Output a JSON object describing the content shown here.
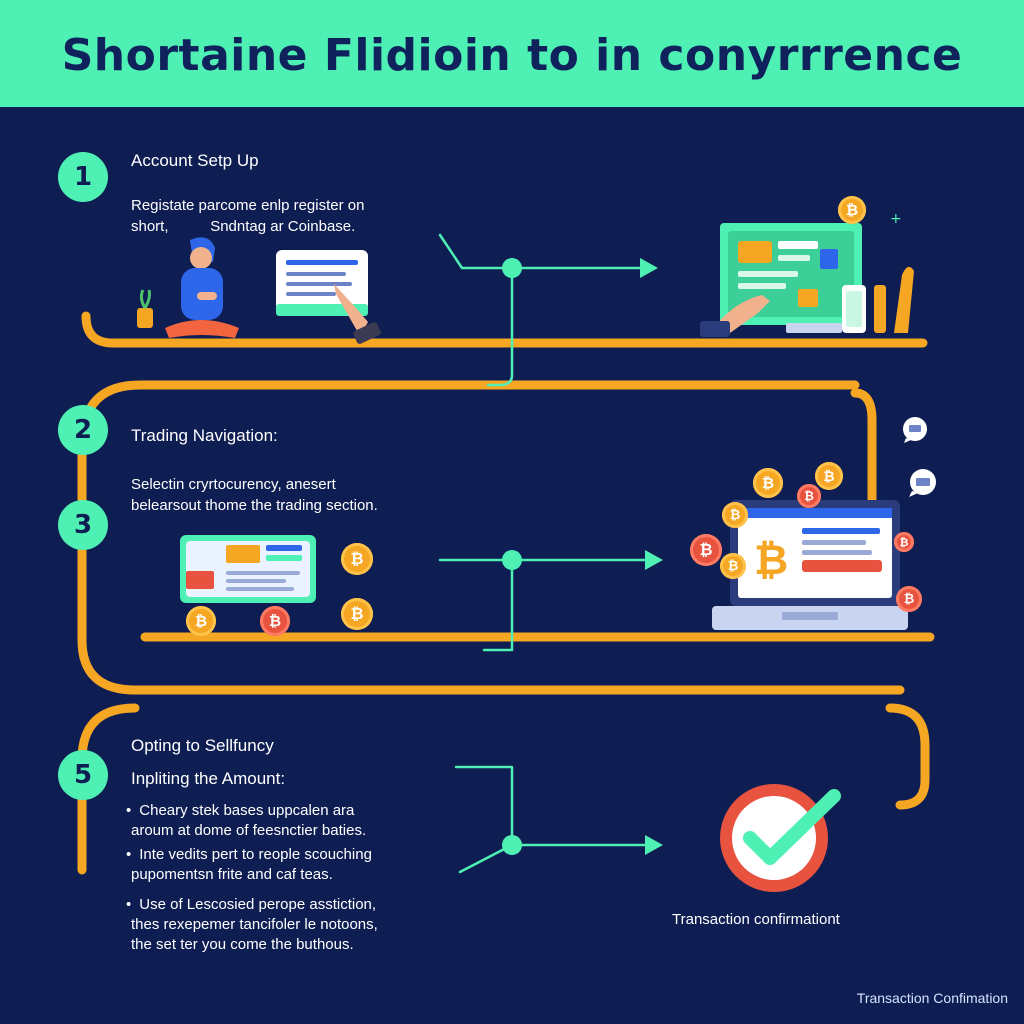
{
  "title": "Shortaine Flidioin to in conyrrrence",
  "steps": [
    {
      "number": "1",
      "heading": "Account Setp Up",
      "lines": [
        "Registate parcome enlp register on",
        "short,          Sndntag ar Coinbase."
      ]
    },
    {
      "number": "2",
      "heading": "Trading Navigation:",
      "lines": [
        "Selectin cryrtocurency, anesert",
        "belearsout thome the trading section."
      ]
    },
    {
      "number": "3"
    },
    {
      "number": "5",
      "heading": "Opting to Sellfuncy",
      "subheading": "Inpliting the Amount:",
      "bullets": [
        [
          "Cheary stek bases uppcalen ara",
          "aroum at dome of feesnctier baties."
        ],
        [
          "Inte vedits pert to reople scouching",
          "pupomentsn frite and caf teas."
        ],
        [
          "Use of Lescosied perope asstiction,",
          "thes rexepemer tancifoler le notoons,",
          "the set ter you come the buthous."
        ]
      ]
    }
  ],
  "confirmation_label": "Transaction confirmationt",
  "footer": "Transaction Confimation",
  "icons": {
    "coin": "bitcoin-coin-icon",
    "check": "checkmark-icon",
    "chat": "chat-bubble-icon",
    "person": "person-icon",
    "monitor": "monitor-icon",
    "laptop": "laptop-icon",
    "phone": "phone-icon"
  },
  "colors": {
    "background": "#0e1d52",
    "header": "#4ef0b4",
    "path": "#f5a623",
    "connector": "#4ef0b4",
    "alert": "#e8533f"
  },
  "coin_symbol": "₿"
}
